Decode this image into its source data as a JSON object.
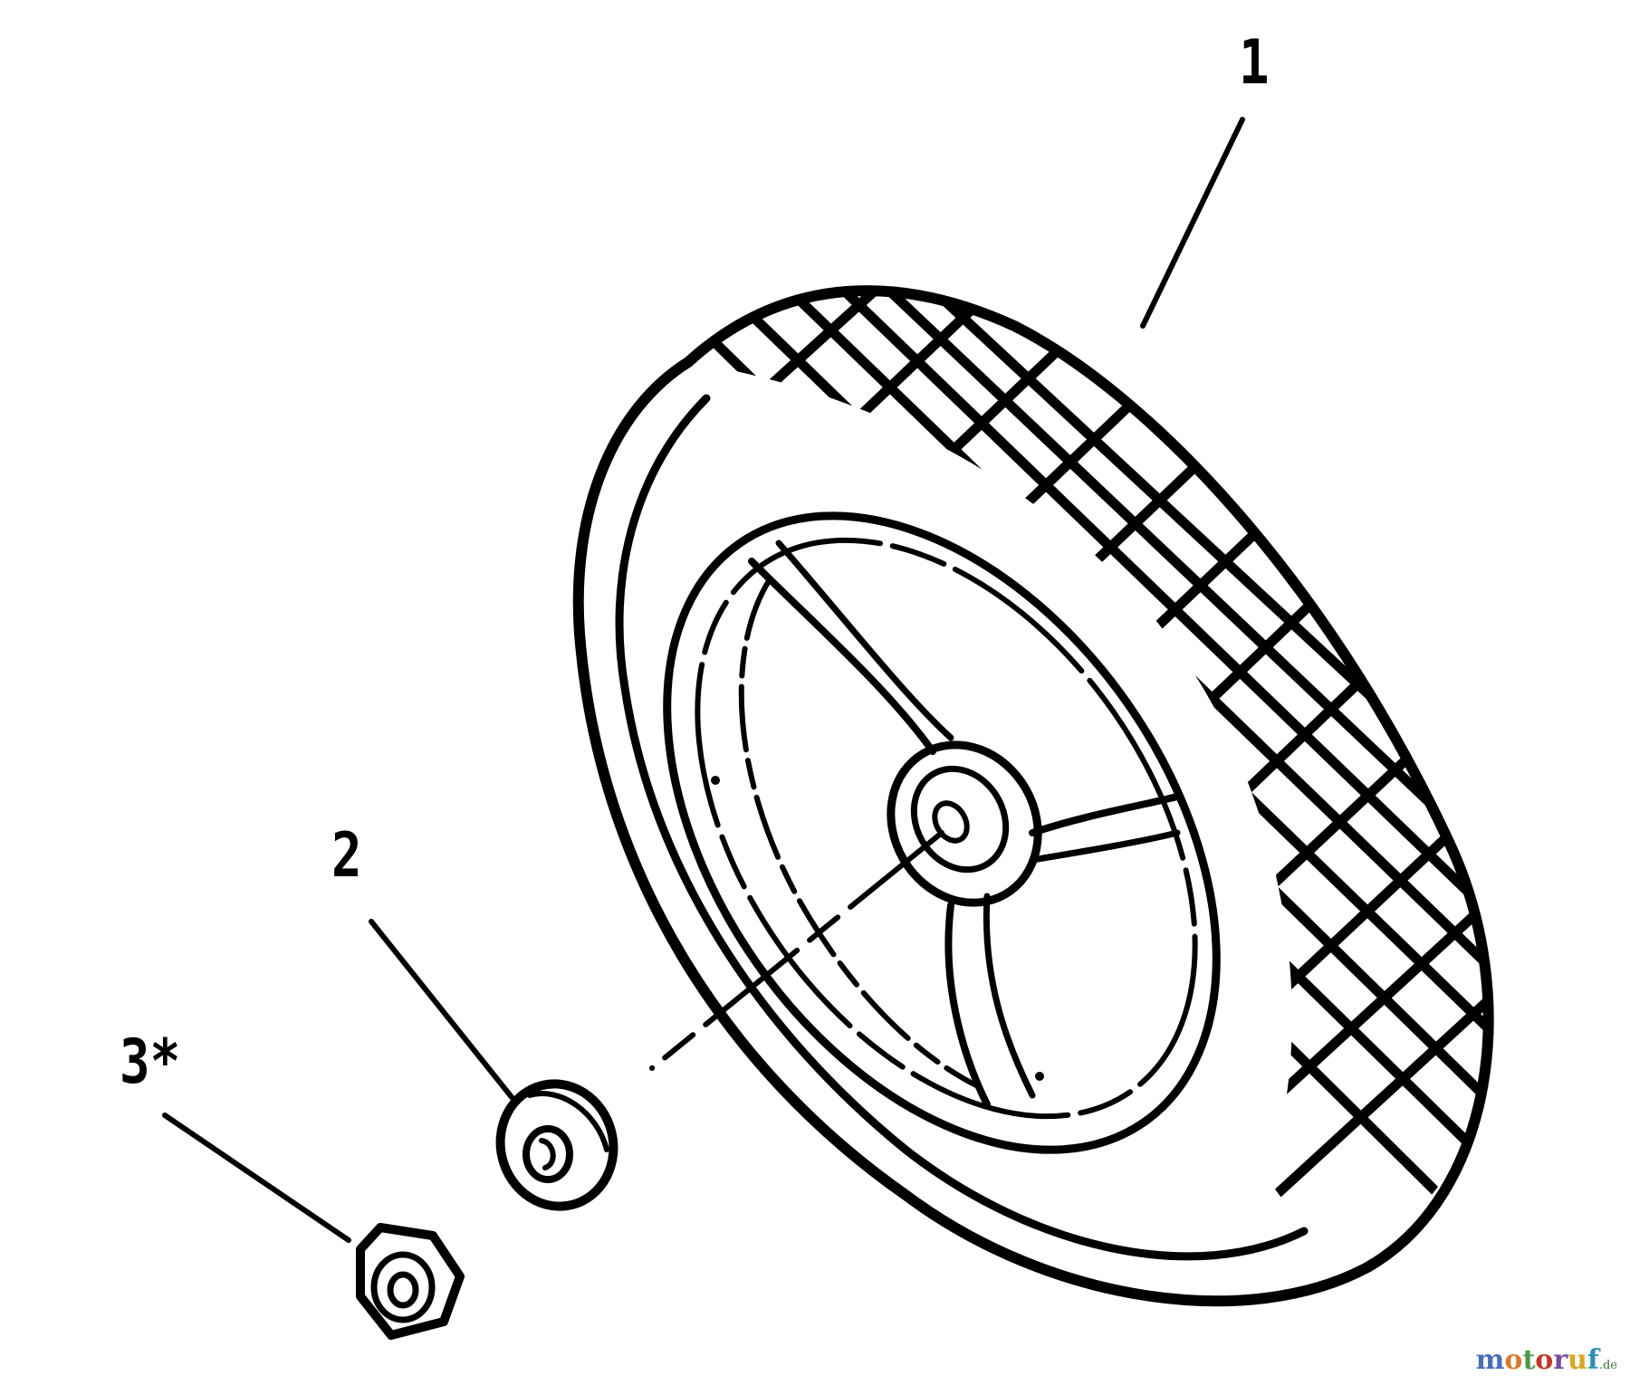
{
  "diagram": {
    "callouts": [
      {
        "id": "1",
        "text": "1"
      },
      {
        "id": "2",
        "text": "2"
      },
      {
        "id": "3",
        "text": "3*"
      }
    ],
    "parts": [
      {
        "callout": "1",
        "icon": "wheel-icon"
      },
      {
        "callout": "2",
        "icon": "washer-icon"
      },
      {
        "callout": "3",
        "icon": "hex-nut-icon"
      }
    ]
  },
  "watermark": {
    "letters": [
      "m",
      "o",
      "t",
      "o",
      "r",
      "u",
      "f"
    ],
    "letter_colors": [
      "#4a6fb5",
      "#d97a2b",
      "#4a9a4a",
      "#c0392b",
      "#7a4aa0",
      "#d9a52b",
      "#2b8fb5"
    ],
    "tld": ".de"
  }
}
